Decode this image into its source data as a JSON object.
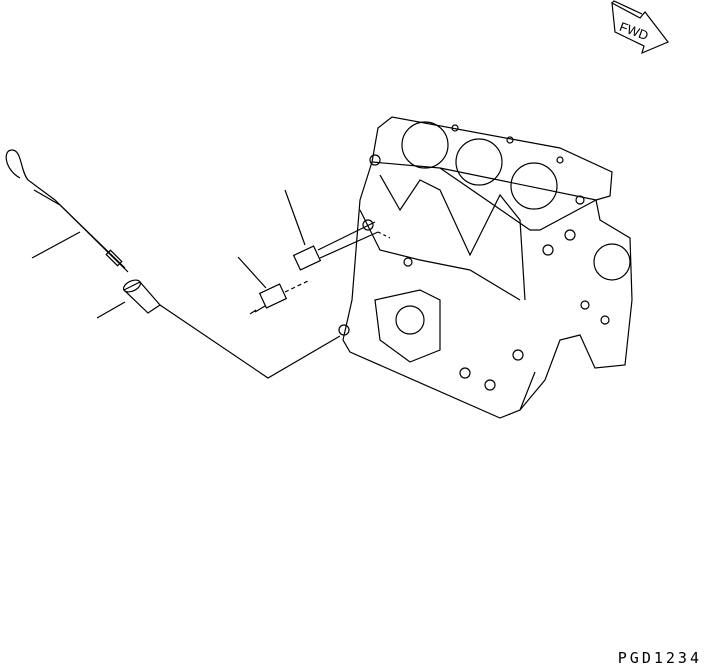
{
  "direction_marker": {
    "label": "FWD",
    "icon": "forward-arrow-icon"
  },
  "drawing_code": "PGD1234",
  "parts": [
    "engine-block",
    "dipstick",
    "dipstick-guide-tube",
    "oil-pressure-sensor",
    "bolt"
  ],
  "colors": {
    "line": "#000000",
    "background": "#ffffff"
  }
}
